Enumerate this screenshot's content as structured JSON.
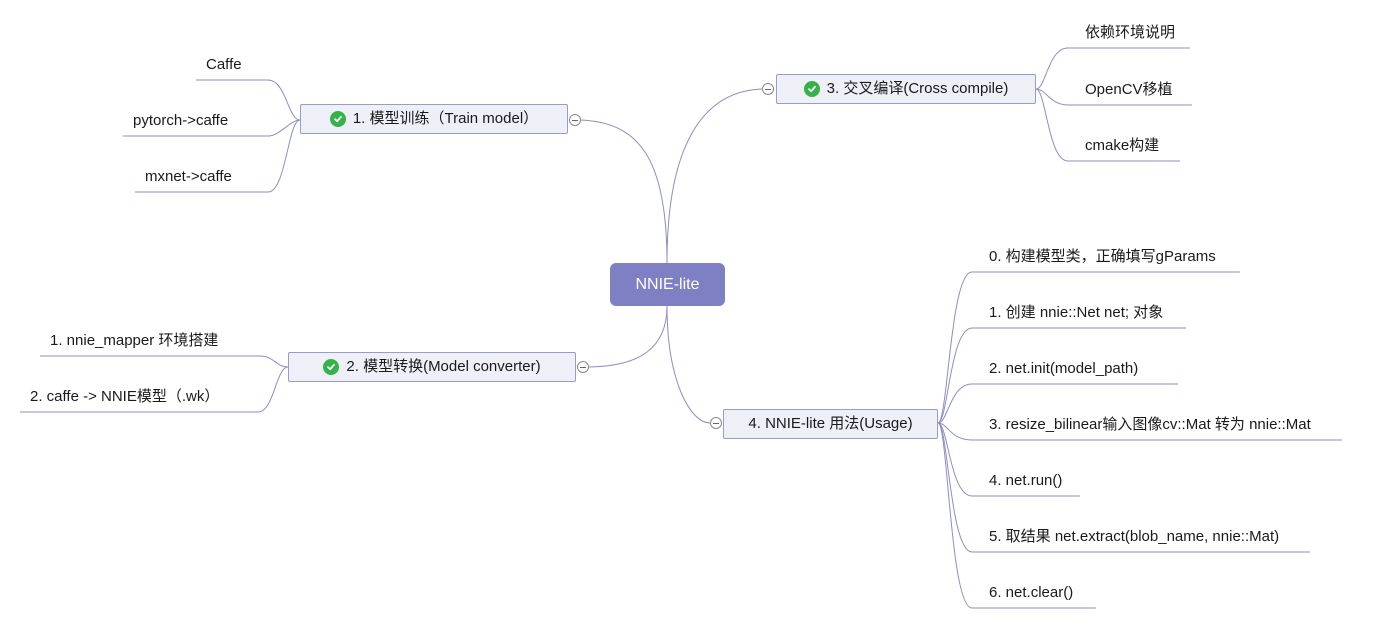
{
  "root": {
    "label": "NNIE-lite"
  },
  "branches": [
    {
      "label": "1. 模型训练（Train model）",
      "done": true,
      "children": [
        "Caffe",
        "pytorch->caffe",
        "mxnet->caffe"
      ]
    },
    {
      "label": "2. 模型转换(Model converter)",
      "done": true,
      "children": [
        "1. nnie_mapper 环境搭建",
        "2. caffe -> NNIE模型（.wk）"
      ]
    },
    {
      "label": "3. 交叉编译(Cross compile)",
      "done": true,
      "children": [
        "依赖环境说明",
        "OpenCV移植",
        "cmake构建"
      ]
    },
    {
      "label": "4. NNIE-lite 用法(Usage)",
      "done": false,
      "children": [
        "0. 构建模型类，正确填写gParams",
        "1. 创建 nnie::Net net; 对象",
        "2. net.init(model_path)",
        "3. resize_bilinear输入图像cv::Mat 转为 nnie::Mat",
        "4. net.run()",
        "5. 取结果 net.extract(blob_name, nnie::Mat)",
        "6. net.clear()"
      ]
    }
  ],
  "colors": {
    "root": "#7f7fc4",
    "line": "#8d8dc6",
    "branch_fill": "#efeff8",
    "check": "#34b34a"
  },
  "icons": {
    "done": "check-circle-icon",
    "toggle": "collapse-minus-icon"
  }
}
